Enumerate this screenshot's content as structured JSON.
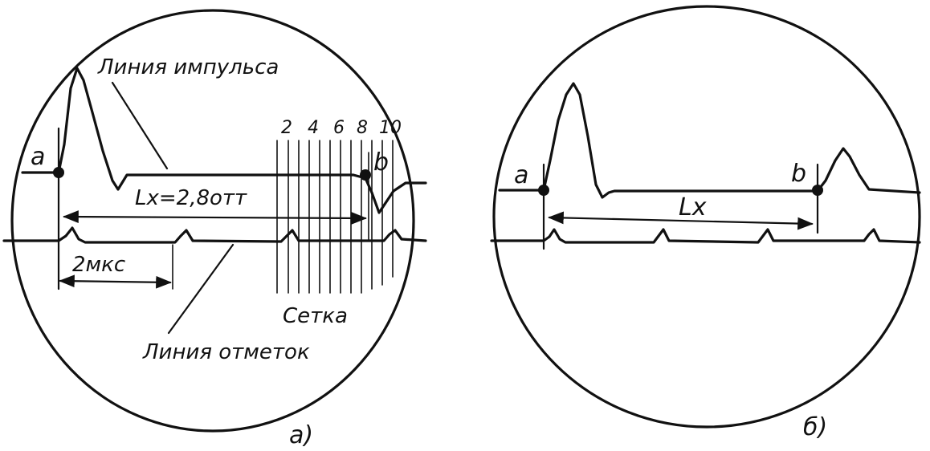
{
  "panel_a": {
    "caption": "a)",
    "label_a": "a",
    "label_b": "b",
    "pulse_line_label": "Линия импульса",
    "marker_line_label": "Линия отметок",
    "distance_label": "Lx=2,8отт",
    "time_label": "2мкс",
    "grid_label": "Сетка",
    "grid_numbers": [
      "2",
      "4",
      "6",
      "8",
      "10"
    ]
  },
  "panel_b": {
    "caption": "б)",
    "label_a": "a",
    "label_b": "b",
    "distance_label": "Lx"
  },
  "colors": {
    "ink": "#111111",
    "paper": "#ffffff"
  }
}
